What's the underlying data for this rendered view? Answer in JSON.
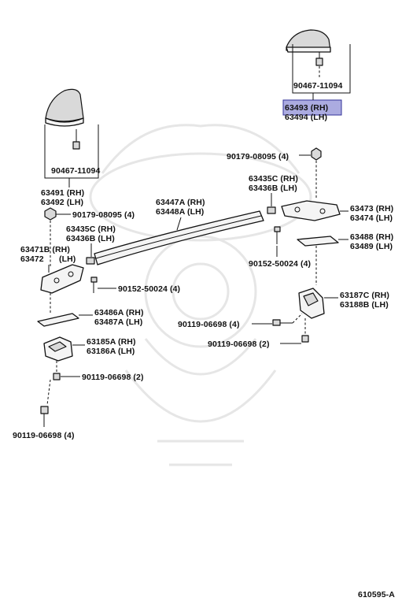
{
  "diagram_code": "610595-A",
  "highlight_color": "#8f8fd6",
  "labels": {
    "p90467_top": "90467-11094",
    "p63493": "63493 (RH)",
    "p63494": "63494 (LH)",
    "p90467_left": "90467-11094",
    "p63491": "63491 (RH)",
    "p63492": "63492 (LH)",
    "p90179_left": "90179-08095 (4)",
    "p90179_right": "90179-08095 (4)",
    "p63435c_right": "63435C (RH)",
    "p63436b_right": "63436B (LH)",
    "p63447a": "63447A (RH)",
    "p63448a": "63448A (LH)",
    "p63473": "63473 (RH)",
    "p63474": "63474 (LH)",
    "p63435c_left": "63435C (RH)",
    "p63436b_left": "63436B (LH)",
    "p63471b": "63471B (RH)",
    "p63472": "63472",
    "p63472_lh": "(LH)",
    "p63488": "63488 (RH)",
    "p63489": "63489 (LH)",
    "p90152_right": "90152-50024 (4)",
    "p90152_left": "90152-50024 (4)",
    "p63187c": "63187C (RH)",
    "p63188b": "63188B (LH)",
    "p63486a": "63486A (RH)",
    "p63487a": "63487A (LH)",
    "p90119_4_right": "90119-06698 (4)",
    "p90119_2_right": "90119-06698 (2)",
    "p63185a": "63185A (RH)",
    "p63186a": "63186A (LH)",
    "p90119_2_left": "90119-06698 (2)",
    "p90119_4_left": "90119-06698 (4)"
  }
}
